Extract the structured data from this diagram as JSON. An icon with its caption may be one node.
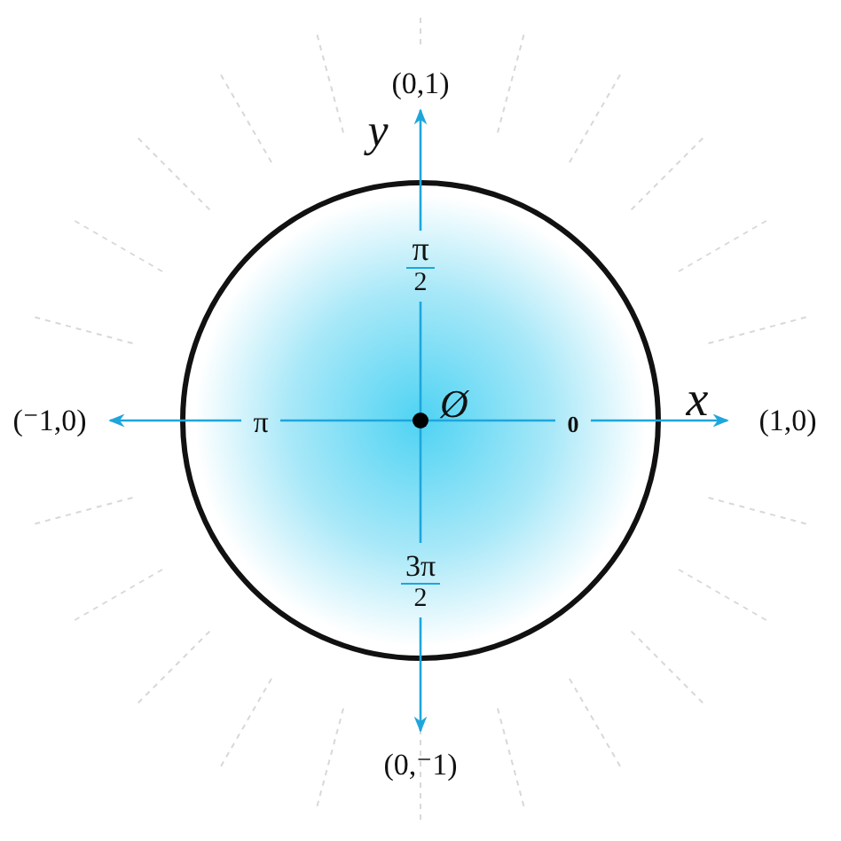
{
  "diagram": {
    "nodes": [
      {
        "text": [],
        "shape": "circle"
      }
    ],
    "labels": [
      "(0,1)",
      "y",
      "π",
      "2",
      "(⁻1,0)",
      "π",
      "Ø",
      "0",
      "x",
      "(1,0)",
      "3π",
      "2",
      "(0,⁻1)"
    ]
  }
}
